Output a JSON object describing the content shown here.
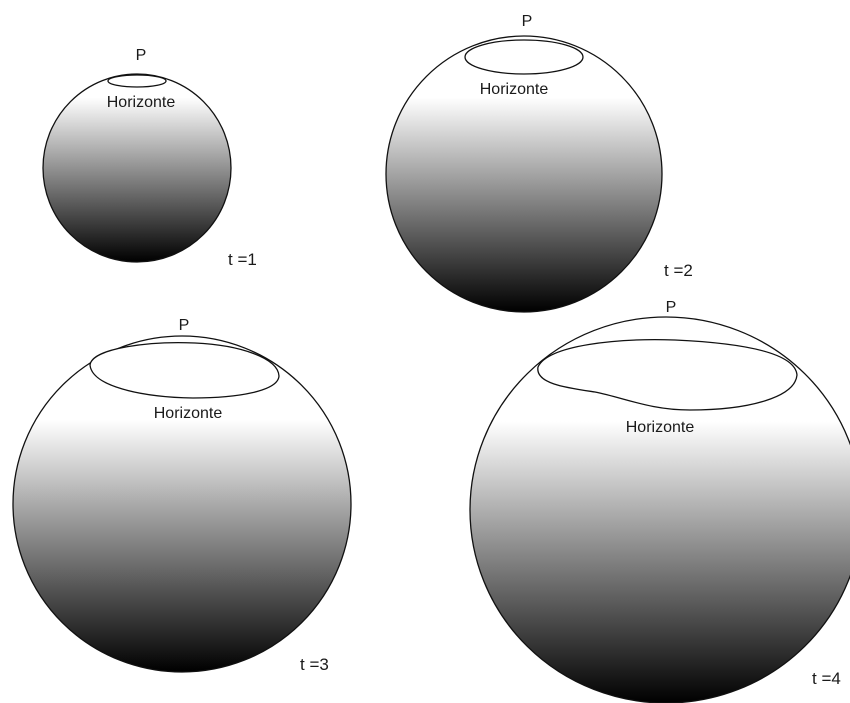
{
  "colors": {
    "sphere_top": "#ffffff",
    "sphere_bottom": "#000000",
    "stroke": "#111111",
    "text": "#1a1a1a"
  },
  "panels": [
    {
      "point_label": "P",
      "horizon_label": "Horizonte",
      "time_label": "t =1"
    },
    {
      "point_label": "P",
      "horizon_label": "Horizonte",
      "time_label": "t =2"
    },
    {
      "point_label": "P",
      "horizon_label": "Horizonte",
      "time_label": "t =3"
    },
    {
      "point_label": "P",
      "horizon_label": "Horizonte",
      "time_label": "t =4"
    }
  ]
}
